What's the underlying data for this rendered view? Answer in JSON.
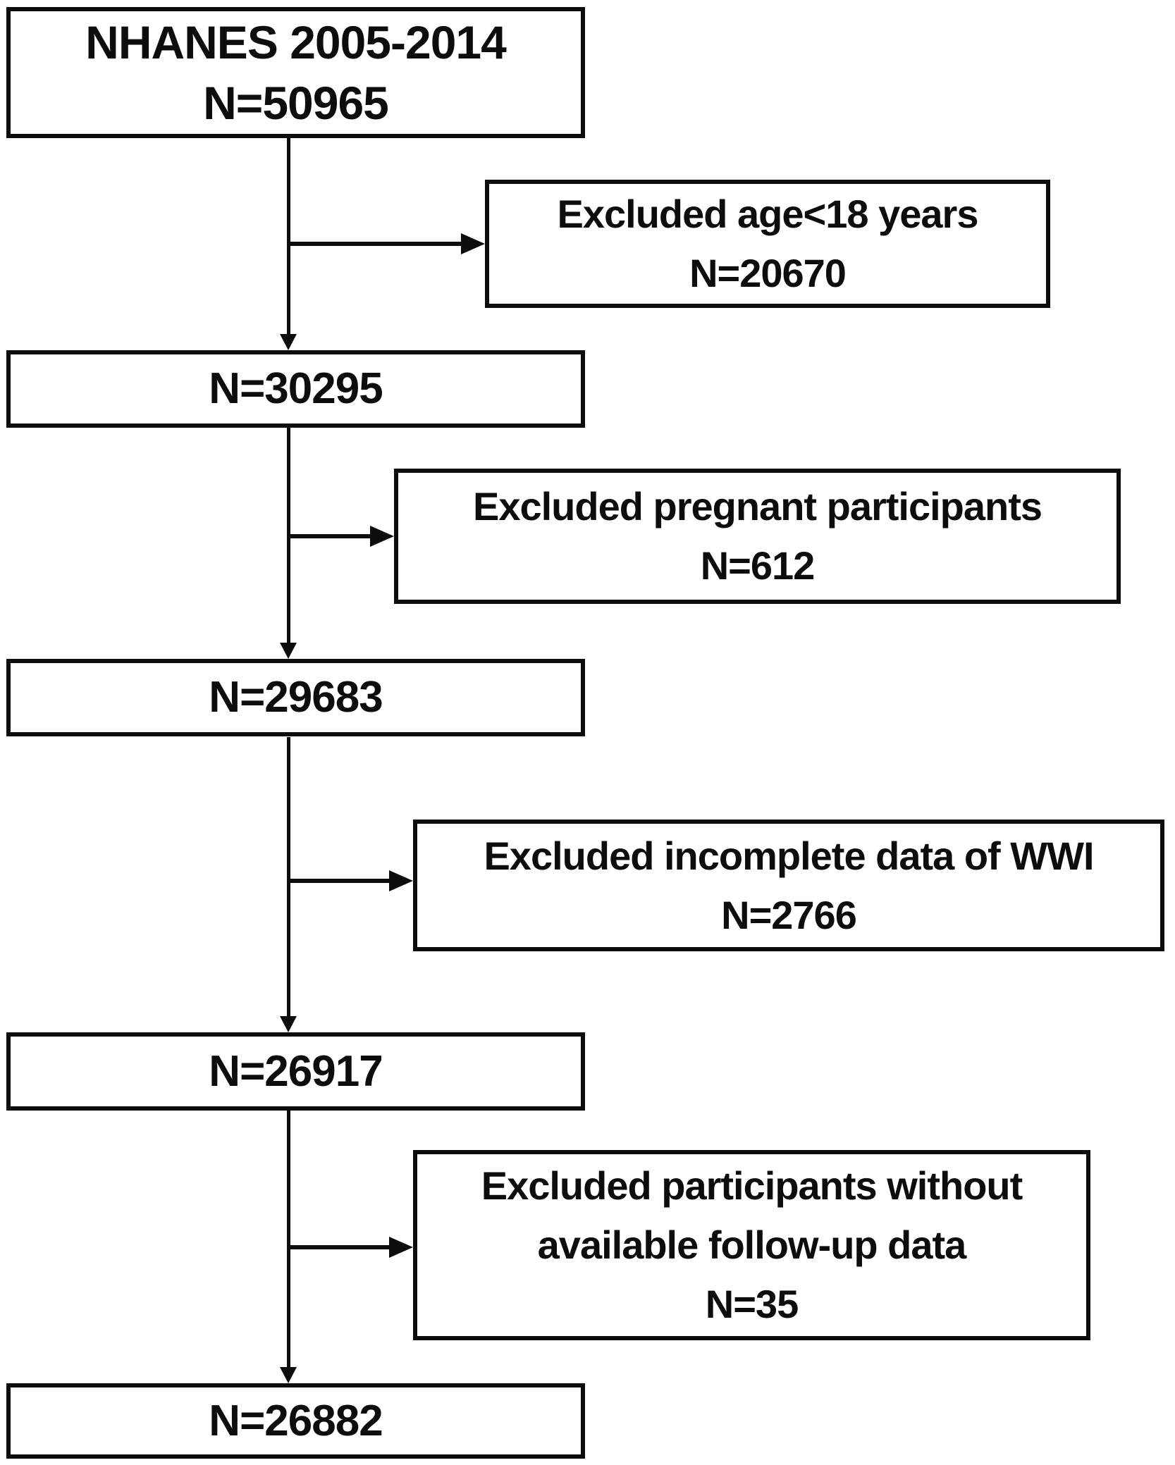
{
  "flow": {
    "main": [
      {
        "line1": "NHANES 2005-2014",
        "line2": "N=50965"
      },
      {
        "line1": "N=30295"
      },
      {
        "line1": "N=29683"
      },
      {
        "line1": "N=26917"
      },
      {
        "line1": "N=26882"
      }
    ],
    "exclusions": [
      {
        "line1": "Excluded age<18 years",
        "line2": "N=20670"
      },
      {
        "line1": "Excluded pregnant participants",
        "line2": "N=612"
      },
      {
        "line1": "Excluded incomplete data of WWI",
        "line2": "N=2766"
      },
      {
        "line1": "Excluded participants without",
        "line2": "available follow-up data",
        "line3": "N=35"
      }
    ],
    "colors": {
      "line": "#0d0d0d",
      "background": "#ffffff"
    }
  }
}
